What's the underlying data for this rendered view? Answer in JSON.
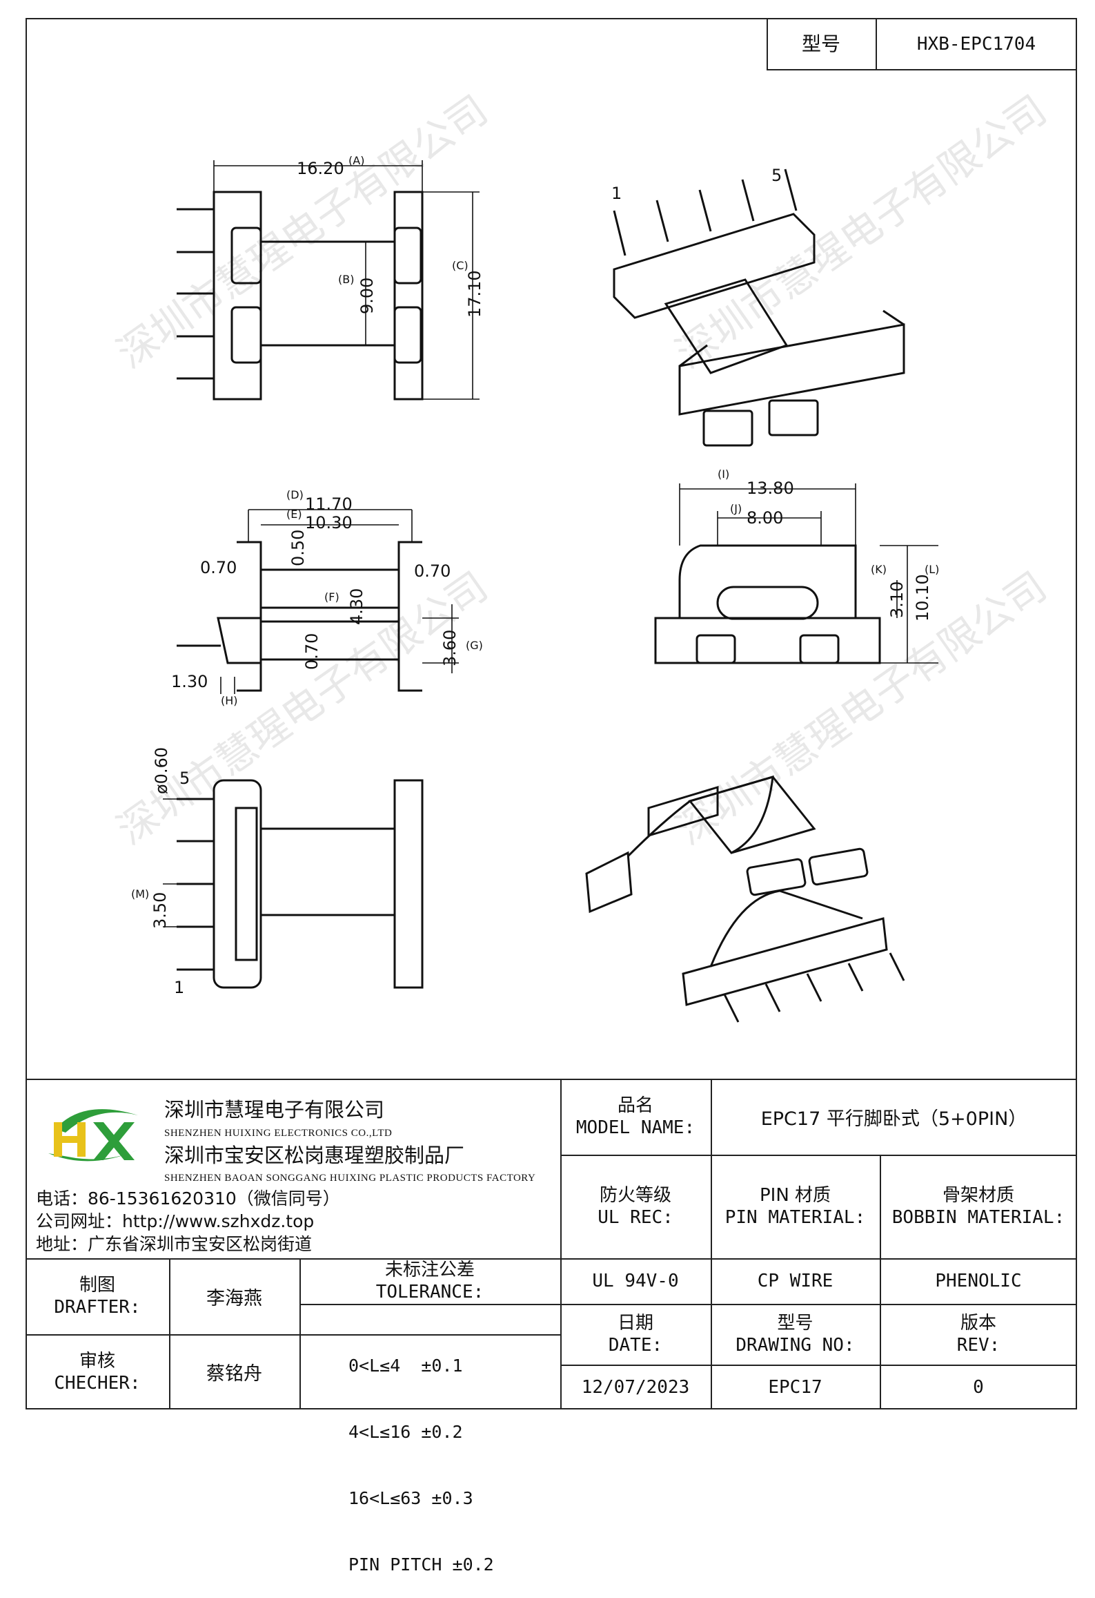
{
  "header": {
    "model_label": "型号",
    "model_value": "HXB-EPC1704"
  },
  "watermark_text": "深圳市慧瑆电子有限公司",
  "drawing": {
    "top_left": {
      "dim_a": "16.20",
      "tag_a": "(A)",
      "dim_b": "9.00",
      "tag_b": "(B)",
      "dim_c": "17.10",
      "tag_c": "(C)"
    },
    "top_right": {
      "pin_1": "1",
      "pin_5": "5"
    },
    "mid_left": {
      "dim_d": "11.70",
      "tag_d": "(D)",
      "dim_e": "10.30",
      "tag_e": "(E)",
      "dim_050": "0.50",
      "dim_070_left": "0.70",
      "dim_070_right": "0.70",
      "dim_f": "4.30",
      "tag_f": "(F)",
      "dim_070_low": "0.70",
      "dim_g": "3.60",
      "tag_g": "(G)",
      "dim_h": "1.30",
      "tag_h": "(H)"
    },
    "mid_right": {
      "dim_i": "13.80",
      "tag_i": "(I)",
      "dim_j": "8.00",
      "tag_j": "(J)",
      "dim_k": "3.10",
      "tag_k": "(K)",
      "dim_l": "10.10",
      "tag_l": "(L)"
    },
    "bottom_left": {
      "dim_phi": "ø0.60",
      "dim_m": "3.50",
      "tag_m": "(M)",
      "pin_5": "5",
      "pin_1": "1"
    }
  },
  "title_block": {
    "company_cn": "深圳市慧瑆电子有限公司",
    "company_en": "SHENZHEN HUIXING ELECTRONICS CO.,LTD",
    "factory_cn": "深圳市宝安区松岗惠瑆塑胶制品厂",
    "factory_en": "SHENZHEN BAOAN SONGGANG HUIXING PLASTIC PRODUCTS FACTORY",
    "phone": "电话：86-15361620310（微信同号）",
    "website": "公司网址：http://www.szhxdz.top",
    "address": "地址：广东省深圳市宝安区松岗街道",
    "logo_text": "HX",
    "name_label_cn": "品名",
    "name_label_en": "MODEL NAME:",
    "name_value": "EPC17 平行脚卧式（5+0PIN）",
    "ul_label_cn": "防火等级",
    "ul_label_en": "UL REC:",
    "pin_mat_cn": "PIN 材质",
    "pin_mat_en": "PIN MATERIAL:",
    "bobbin_mat_cn": "骨架材质",
    "bobbin_mat_en": "BOBBIN MATERIAL:",
    "ul_value": "UL 94V-0",
    "pin_value": "CP WIRE",
    "bobbin_value": "PHENOLIC",
    "drafter_cn": "制图",
    "drafter_en": "DRAFTER:",
    "drafter_name": "李海燕",
    "checker_cn": "审核",
    "checker_en": "CHECHER:",
    "checker_name": "蔡铭舟",
    "tol_title_cn": "未标注公差",
    "tol_title_en": "TOLERANCE:",
    "tol_lines": [
      "0<L≤4  ±0.1",
      "4<L≤16 ±0.2",
      "16<L≤63 ±0.3",
      "PIN PITCH ±0.2"
    ],
    "date_cn": "日期",
    "date_en": "DATE:",
    "dwg_cn": "型号",
    "dwg_en": "DRAWING NO:",
    "rev_cn": "版本",
    "rev_en": "REV:",
    "date_value": "12/07/2023",
    "dwg_value": "EPC17",
    "rev_value": "0"
  },
  "colors": {
    "line": "#222222",
    "logo_green": "#2e9e3a",
    "logo_yellow": "#e8c21a"
  }
}
